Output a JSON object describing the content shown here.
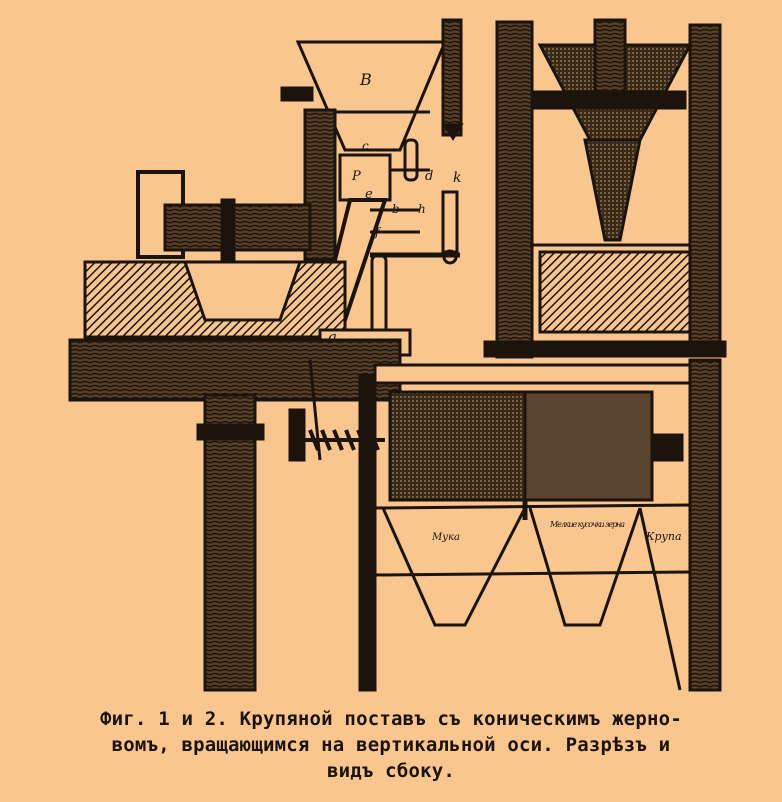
{
  "figure": {
    "caption_lines": [
      "Фиг. 1 и 2. Крупяной поставъ съ коническимъ жерно-",
      "вомъ, вращающимся на вертикальной оси. Разрѣзъ и",
      "видъ сбоку."
    ],
    "part_labels": {
      "hopper": "B",
      "c": "c",
      "p": "P",
      "e": "e",
      "d": "d",
      "k": "k",
      "b": "b",
      "h": "h",
      "f": "f",
      "a": "a"
    },
    "bin_labels": {
      "flour": "Мука",
      "fine_pieces": "Мелкие кусочки зерна",
      "groats": "Крупа"
    }
  },
  "colors": {
    "paper": "#f9c690",
    "ink": "#1c140c"
  }
}
